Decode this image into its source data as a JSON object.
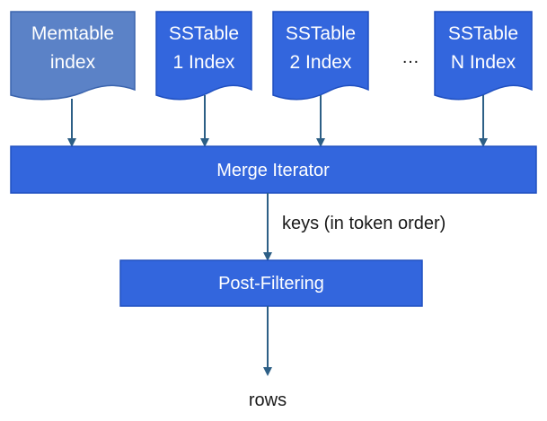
{
  "diagram": {
    "sources": [
      {
        "line1": "Memtable",
        "line2": "index"
      },
      {
        "line1": "SSTable",
        "line2": "1 Index"
      },
      {
        "line1": "SSTable",
        "line2": "2 Index"
      },
      {
        "line1": "SSTable",
        "line2": "N Index"
      }
    ],
    "ellipsis": "…",
    "merge_label": "Merge Iterator",
    "keys_label": "keys (in token order)",
    "filter_label": "Post-Filtering",
    "output_label": "rows",
    "colors": {
      "memtable_fill": "#5b82c7",
      "memtable_stroke": "#3b64ad",
      "sstable_fill": "#3366dd",
      "sstable_stroke": "#1f4fbf",
      "bar_fill": "#3366dd",
      "bar_stroke": "#2150c0",
      "arrow": "#2d5f86"
    }
  }
}
